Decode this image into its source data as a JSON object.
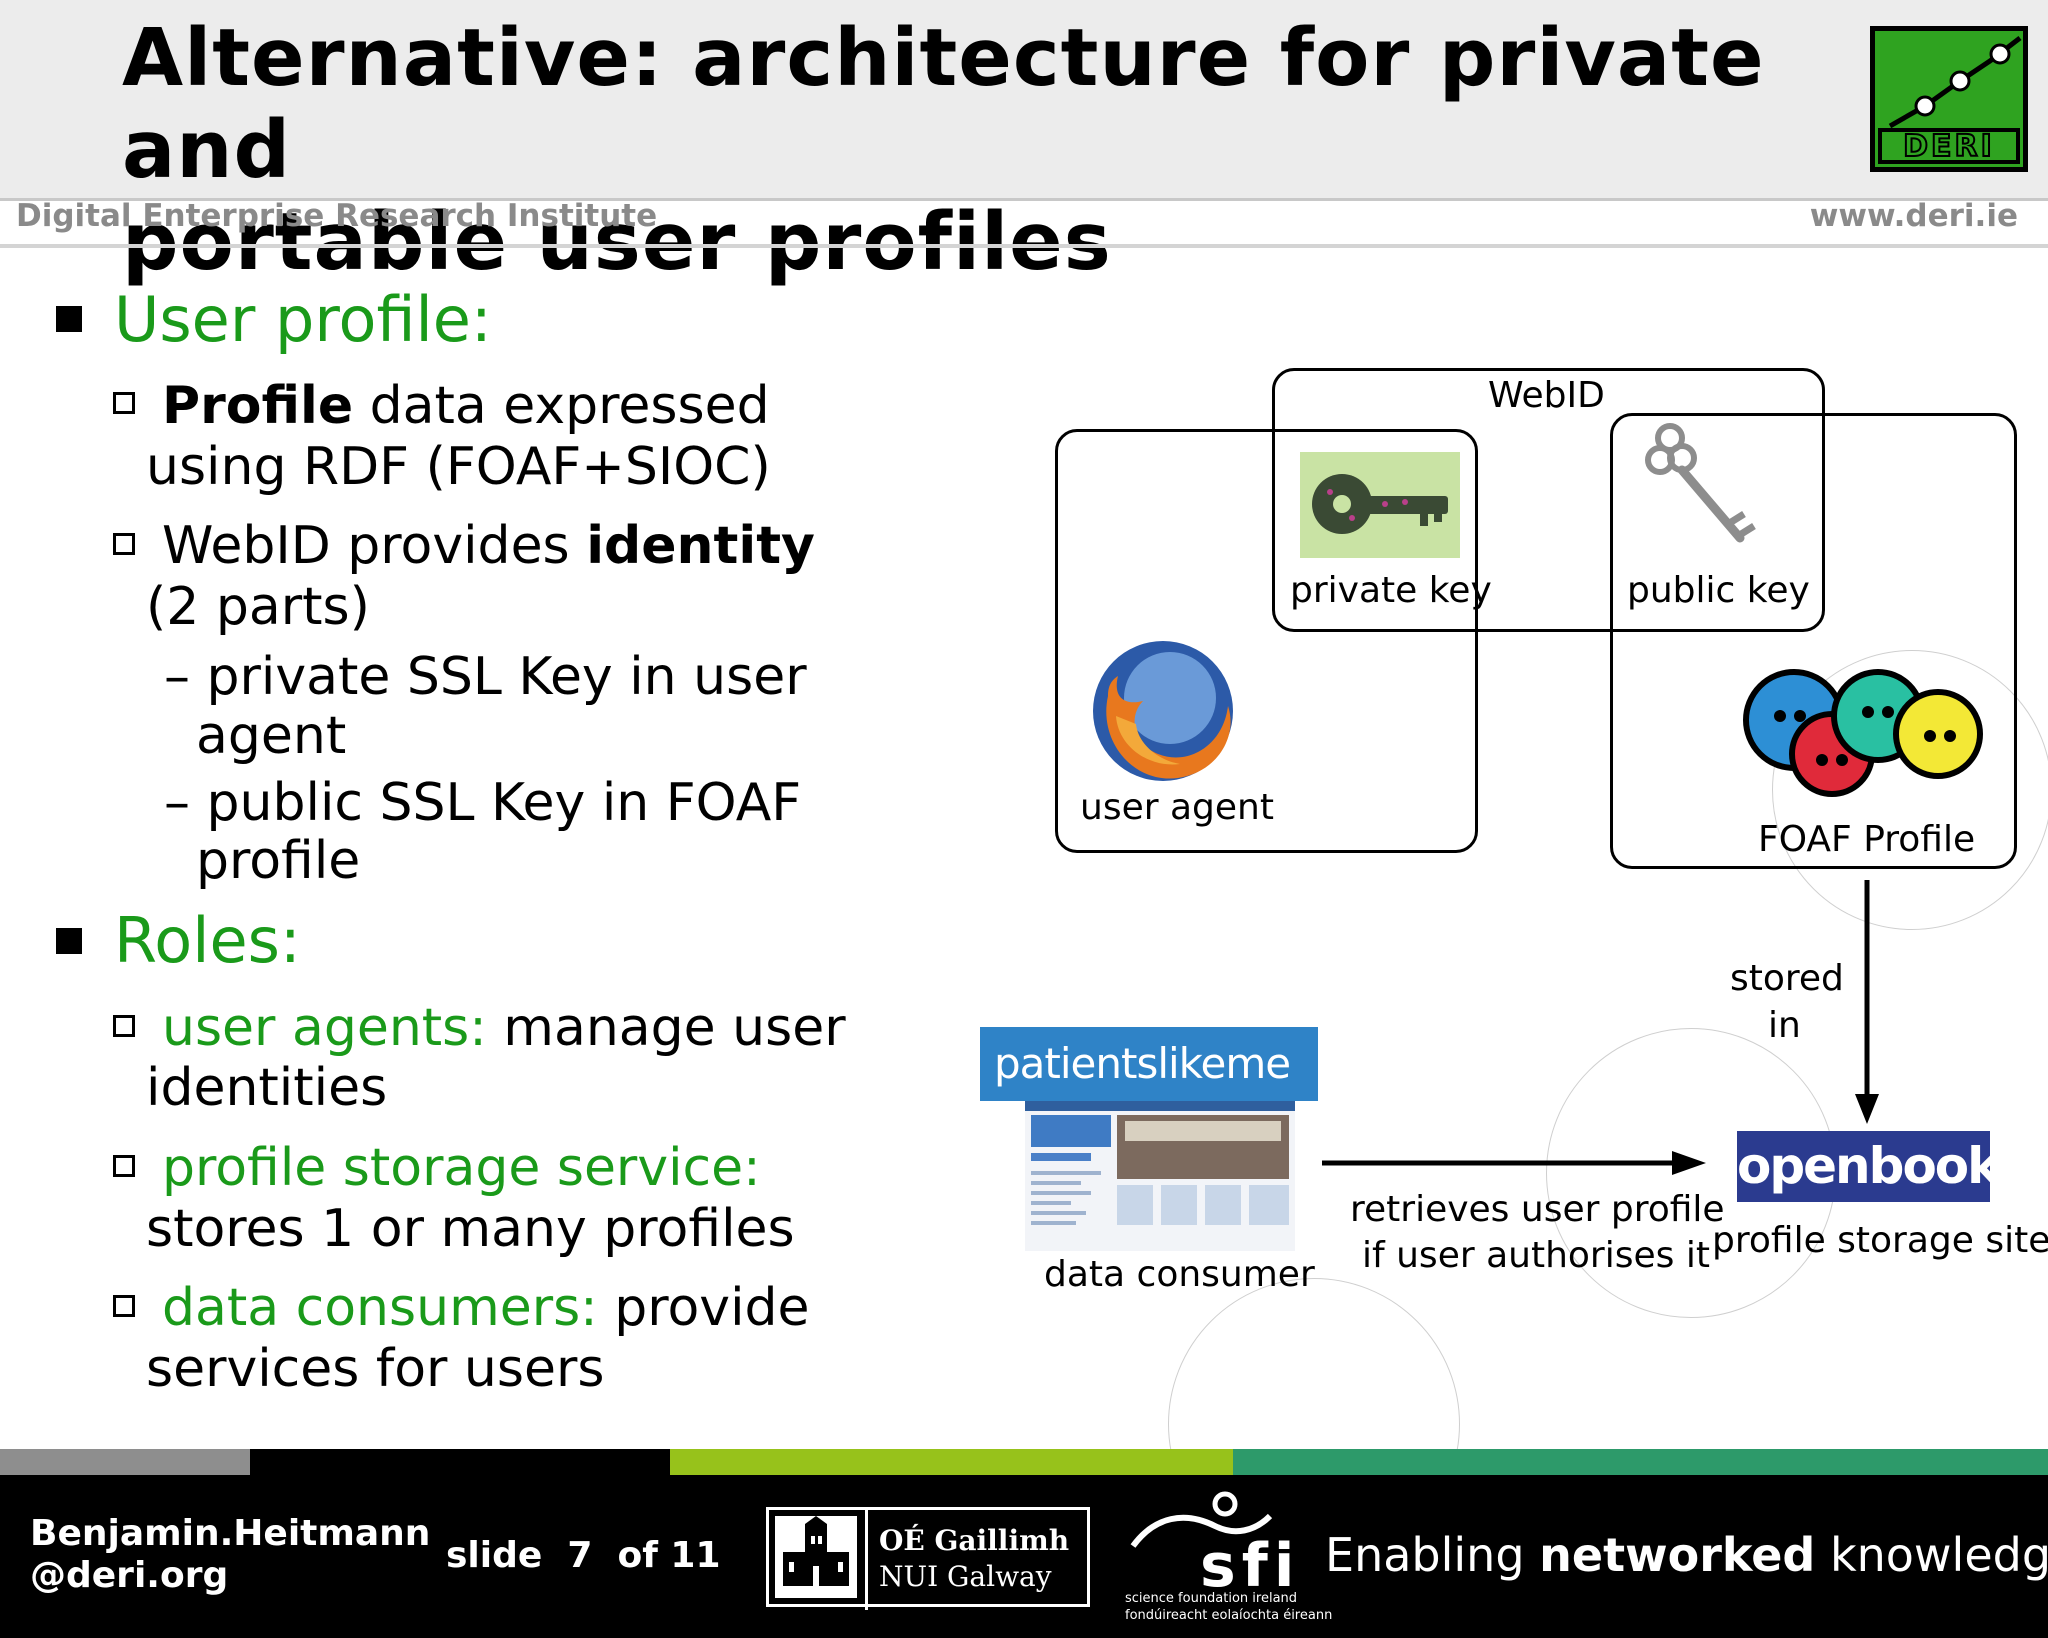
{
  "header": {
    "title_line1": "Alternative: architecture for private and",
    "title_line2": "portable user profiles",
    "institute": "Digital Enterprise Research Institute",
    "url": "www.deri.ie",
    "logo_text": "DERI"
  },
  "content": {
    "section1_heading": "User profile:",
    "s1_item1_bold": "Profile",
    "s1_item1_rest": " data expressed",
    "s1_item1_line2": "using RDF (FOAF+SIOC)",
    "s1_item2_pre": "WebID provides ",
    "s1_item2_bold": "identity",
    "s1_item2_line2": "(2 parts)",
    "s1_sub1_line1": "– private SSL Key in user",
    "s1_sub1_line2": "agent",
    "s1_sub2_line1": "– public SSL Key in FOAF",
    "s1_sub2_line2": "profile",
    "section2_heading": "Roles:",
    "r1_green": "user agents:",
    "r1_rest": " manage user",
    "r1_line2": "identities",
    "r2_green": "profile storage service:",
    "r2_line2": "stores 1 or many profiles",
    "r3_green": "data consumers:",
    "r3_rest": " provide",
    "r3_line2": "services for users"
  },
  "diagram": {
    "webid": "WebID",
    "private_key": "private key",
    "public_key": "public key",
    "user_agent": "user agent",
    "foaf_profile": "FOAF Profile",
    "stored_in_1": "stored",
    "stored_in_2": "in",
    "patientslikeme": "patientslikeme",
    "data_consumer": "data consumer",
    "retrieves_1": "retrieves user profile",
    "retrieves_2": "if user authorises it",
    "openbook": "openbook",
    "profile_storage_site": "profile storage site",
    "colors": {
      "patients_blue": "#2f83c7",
      "openbook_blue": "#2b3b8f",
      "foaf_blue": "#2d8fd5",
      "foaf_red": "#e02a3a",
      "foaf_teal": "#29c0a2",
      "foaf_yellow": "#f3e836"
    }
  },
  "footer": {
    "author_line1": "Benjamin.Heitmann",
    "author_line2": "@deri.org",
    "slide": "slide  7  of 11",
    "nui_line1": "OÉ Gaillimh",
    "nui_line2": "NUI Galway",
    "sfi_tagline_pre": "Enabling ",
    "sfi_tagline_bold": "networked",
    "sfi_tagline_post": " knowledge.",
    "sfi_sub1": "science foundation ireland",
    "sfi_sub2": "fondúireacht eolaíochta éireann",
    "colors": {
      "gray": "#8e8e8e",
      "lime": "#97c21b",
      "teal": "#2d9a6a"
    }
  }
}
